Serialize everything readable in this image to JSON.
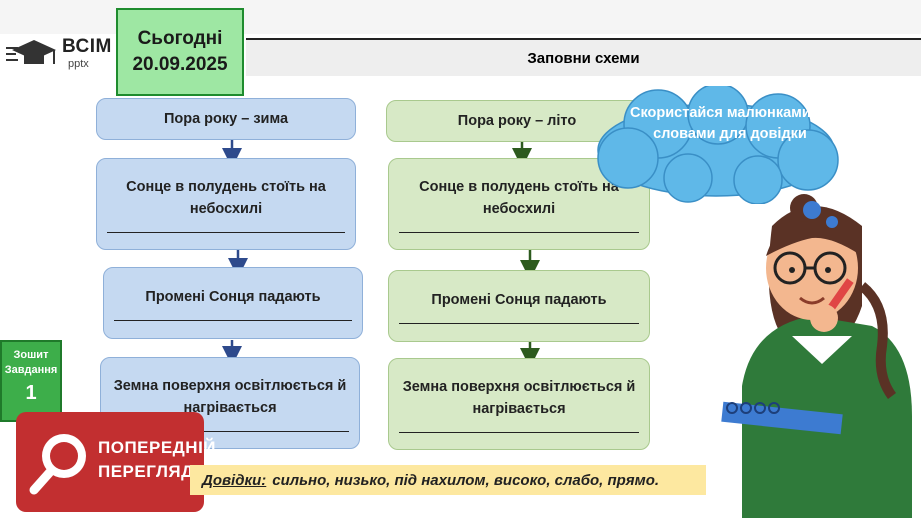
{
  "header": {
    "logo_brand": "ВСІМ",
    "logo_sub": "pptx",
    "date_label": "Сьогодні",
    "date_value": "20.09.2025",
    "title": "Заповни схеми"
  },
  "winter_flow": {
    "title": "Пора року – зима",
    "step1": "Сонце в полудень стоїть на небосхилі",
    "step2": "Промені Сонця падають",
    "step3": "Земна поверхня освітлюється й нагрівається"
  },
  "summer_flow": {
    "title": "Пора року – літо",
    "step1": "Сонце в полудень стоїть на небосхилі",
    "step2": "Промені Сонця падають",
    "step3": "Земна поверхня освітлюється й нагрівається"
  },
  "cloud": {
    "text": "Скористайся малюнками та словами для довідки"
  },
  "badge": {
    "line1": "Зошит",
    "line2": "Завдання",
    "number": "1"
  },
  "preview": {
    "line1": "ПОПЕРЕДНІЙ",
    "line2": "ПЕРЕГЛЯД"
  },
  "hint": {
    "key": "Довідки:",
    "words": "сильно, низько, під нахилом, високо, слабо, прямо."
  },
  "colors": {
    "winter_box": "#c5d9f1",
    "summer_box": "#d7e9c6",
    "cloud": "#5fb8e8",
    "date_box": "#9ee7a3",
    "badge": "#3dae4a",
    "preview": "#c22f30",
    "hint": "#fde8a0"
  }
}
